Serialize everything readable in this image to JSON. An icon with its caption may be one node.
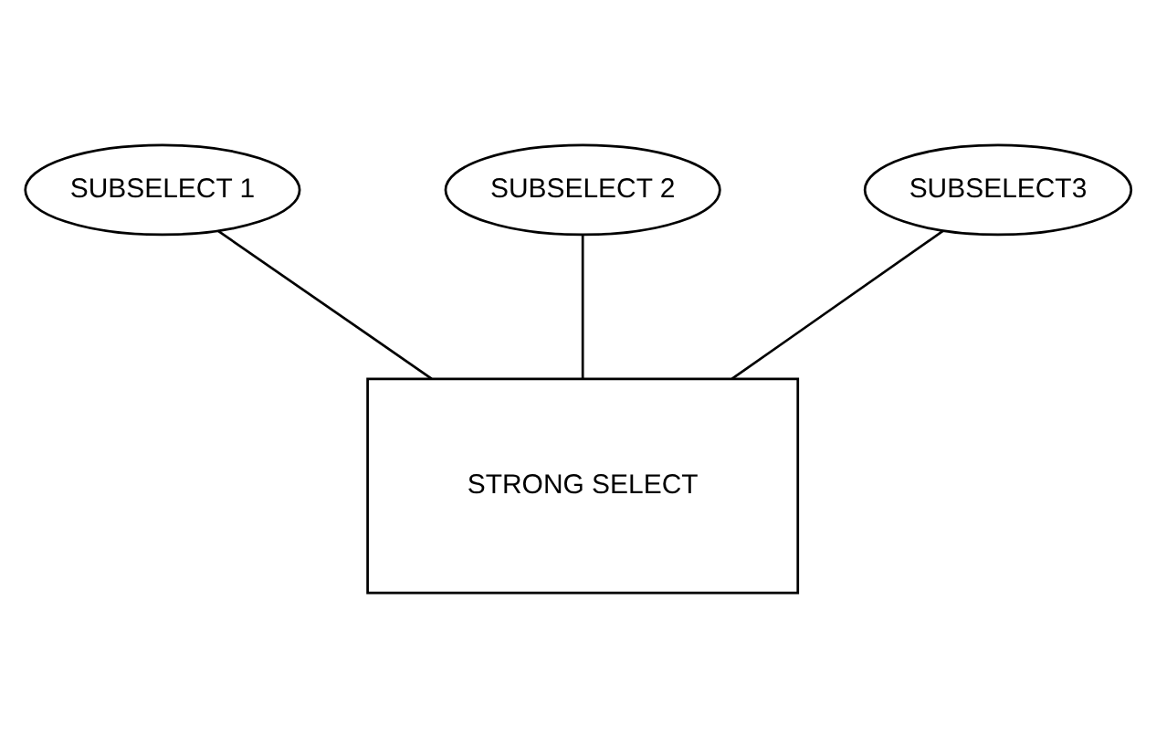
{
  "diagram": {
    "nodes": [
      {
        "text": [
          "SUBSELECT 1"
        ]
      },
      {
        "text": [
          "SUBSELECT 2"
        ]
      },
      {
        "text": [
          "SUBSELECT3"
        ]
      },
      {
        "text": [
          "STRONG SELECT"
        ]
      }
    ],
    "edges": [
      {
        "from": 0,
        "to": 3,
        "arrow": "none"
      },
      {
        "from": 1,
        "to": 3,
        "arrow": "none"
      },
      {
        "from": 2,
        "to": 3,
        "arrow": "none"
      }
    ]
  }
}
